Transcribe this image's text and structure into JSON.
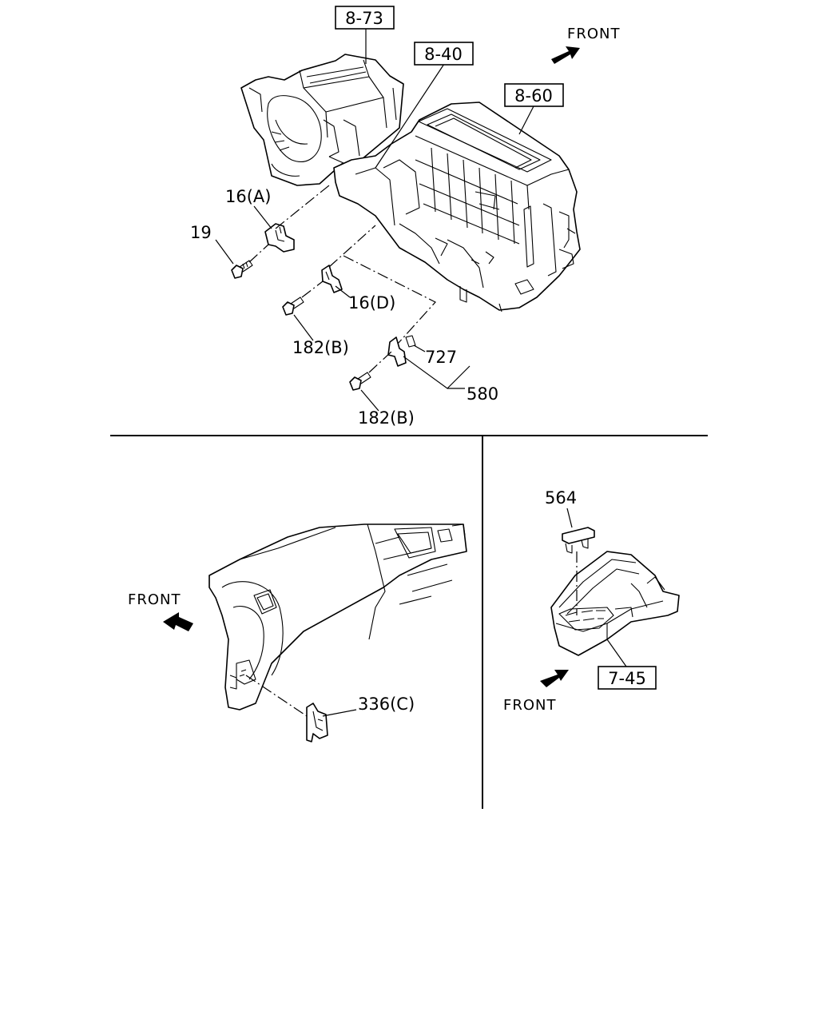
{
  "refs": {
    "r873": "8-73",
    "r840": "8-40",
    "r860": "8-60",
    "r745": "7-45"
  },
  "parts": {
    "p16a": "16(A)",
    "p19": "19",
    "p16d": "16(D)",
    "p182b_1": "182(B)",
    "p727": "727",
    "p580": "580",
    "p182b_2": "182(B)",
    "p336c": "336(C)",
    "p564": "564"
  },
  "front": {
    "top": "FRONT",
    "left": "FRONT",
    "right": "FRONT"
  }
}
